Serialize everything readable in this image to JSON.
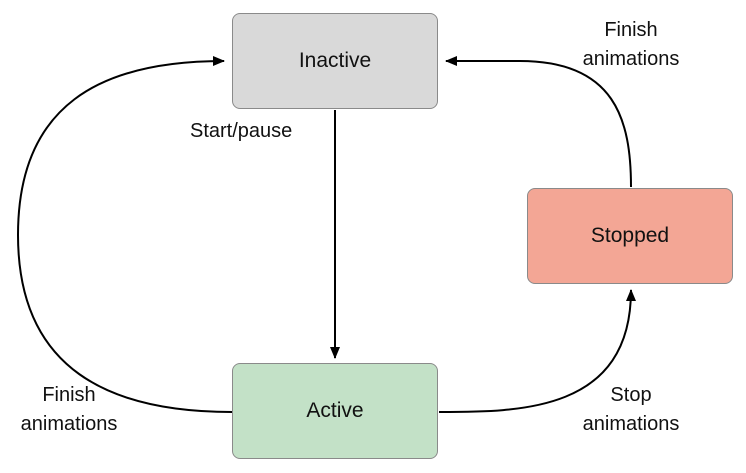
{
  "states": {
    "inactive": {
      "label": "Inactive",
      "color": "#d9d9d9"
    },
    "active": {
      "label": "Active",
      "color": "#c3e1c7"
    },
    "stopped": {
      "label": "Stopped",
      "color": "#f3a695"
    }
  },
  "transitions": {
    "start_pause": {
      "label": "Start/pause"
    },
    "finish_from_stopped": {
      "line1": "Finish",
      "line2": "animations"
    },
    "finish_from_active": {
      "line1": "Finish",
      "line2": "animations"
    },
    "stop": {
      "line1": "Stop",
      "line2": "animations"
    }
  },
  "edges": [
    {
      "from": "inactive",
      "to": "active",
      "label": "Start/pause"
    },
    {
      "from": "active",
      "to": "stopped",
      "label": "Stop animations"
    },
    {
      "from": "stopped",
      "to": "inactive",
      "label": "Finish animations"
    },
    {
      "from": "active",
      "to": "inactive",
      "label": "Finish animations"
    }
  ]
}
